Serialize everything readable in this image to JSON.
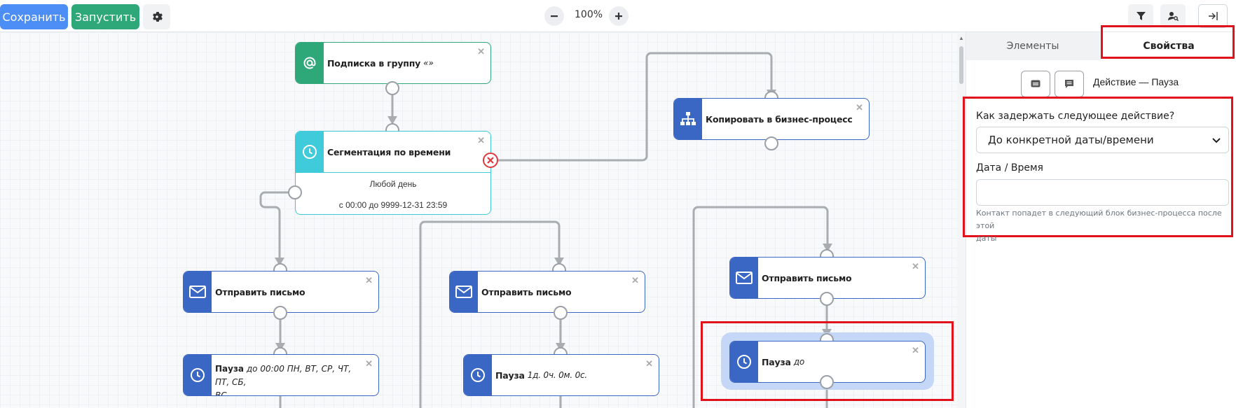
{
  "toolbar": {
    "save_label": "Сохранить",
    "run_label": "Запустить",
    "zoom": "100%",
    "settings_icon": "gear-icon",
    "filter_icon": "filter-icon",
    "user_search_icon": "user-search-icon",
    "collapse_icon": "collapse-panel-icon",
    "zoom_out_icon": "minus-icon",
    "zoom_in_icon": "plus-icon"
  },
  "nodes": {
    "subscribe": {
      "title": "Подписка в группу",
      "extra": "«»",
      "icon": "at-icon",
      "color": "#2ea878"
    },
    "segment": {
      "title": "Сегментация по времени",
      "icon": "clock-icon",
      "color": "#3fcbd9"
    },
    "segment_branch": {
      "day": "Любой день",
      "range": "с 00:00 до 9999-12-31 23:59"
    },
    "copy": {
      "title": "Копировать в бизнес-процесс",
      "icon": "sitemap-icon",
      "color": "#3a66c4"
    },
    "mail1": {
      "title": "Отправить письмо",
      "icon": "envelope-icon",
      "color": "#3a66c4"
    },
    "mail2": {
      "title": "Отправить письмо",
      "icon": "envelope-icon",
      "color": "#3a66c4"
    },
    "mail3": {
      "title": "Отправить письмо",
      "icon": "envelope-icon",
      "color": "#3a66c4"
    },
    "pause1": {
      "title": "Пауза",
      "extra": "до 00:00 ПН, ВТ, СР, ЧТ, ПТ, СБ,",
      "extra2": "ВС",
      "icon": "clock-icon"
    },
    "pause2": {
      "title": "Пауза",
      "extra": "1д. 0ч. 0м. 0с.",
      "icon": "clock-icon"
    },
    "pause3": {
      "title": "Пауза",
      "extra": "до",
      "icon": "clock-icon"
    }
  },
  "panel": {
    "tabs": [
      "Элементы",
      "Свойства"
    ],
    "active_tab": "Свойства",
    "action_title": "Действие — Пауза",
    "delay_label": "Как задержать следующее действие?",
    "delay_value": "До конкретной даты/времени",
    "datetime_label": "Дата / Время",
    "datetime_value": "",
    "hint_line1": "Контакт попадет в следующий блок бизнес-процесса после этой",
    "hint_line2": "даты"
  },
  "colors": {
    "primary": "#4c8ef5",
    "success": "#2ea878",
    "node_blue": "#3a66c4",
    "node_teal": "#3fcbd9",
    "highlight": "#e2121d",
    "error": "#e0383e"
  }
}
